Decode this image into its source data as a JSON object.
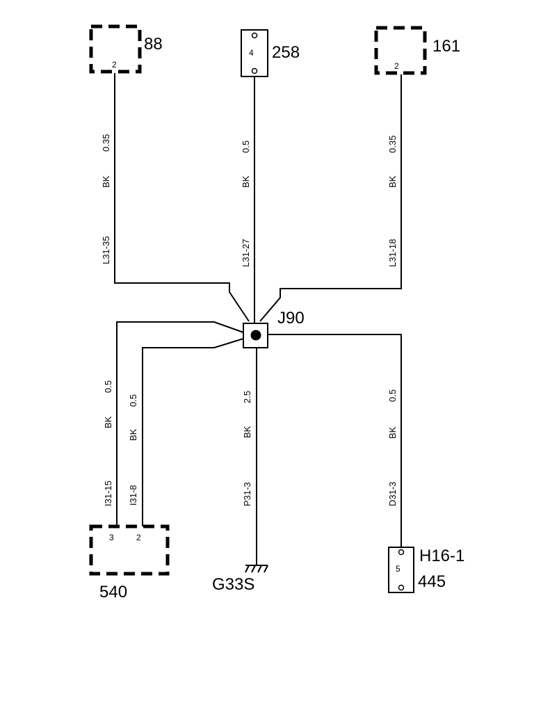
{
  "connectors": {
    "c88": {
      "id": "88",
      "pin": "2"
    },
    "c258": {
      "id": "258",
      "pin": "4"
    },
    "c161": {
      "id": "161",
      "pin": "2"
    },
    "c540": {
      "id": "540",
      "pin_a": "3",
      "pin_b": "2"
    },
    "c445": {
      "id": "445",
      "alt_id": "H16-1",
      "pin": "5"
    }
  },
  "splice": {
    "id": "J90"
  },
  "ground": {
    "id": "G33S"
  },
  "wires": {
    "w88": {
      "size": "0.35",
      "color": "BK",
      "circuit": "L31-35"
    },
    "w258": {
      "size": "0.5",
      "color": "BK",
      "circuit": "L31-27"
    },
    "w161": {
      "size": "0.35",
      "color": "BK",
      "circuit": "L31-18"
    },
    "w540a": {
      "size": "0.5",
      "color": "BK",
      "circuit": "I31-15"
    },
    "w540b": {
      "size": "0.5",
      "color": "BK",
      "circuit": "I31-8"
    },
    "wgnd": {
      "size": "2.5",
      "color": "BK",
      "circuit": "P31-3"
    },
    "w445": {
      "size": "0.5",
      "color": "BK",
      "circuit": "D31-3"
    }
  }
}
